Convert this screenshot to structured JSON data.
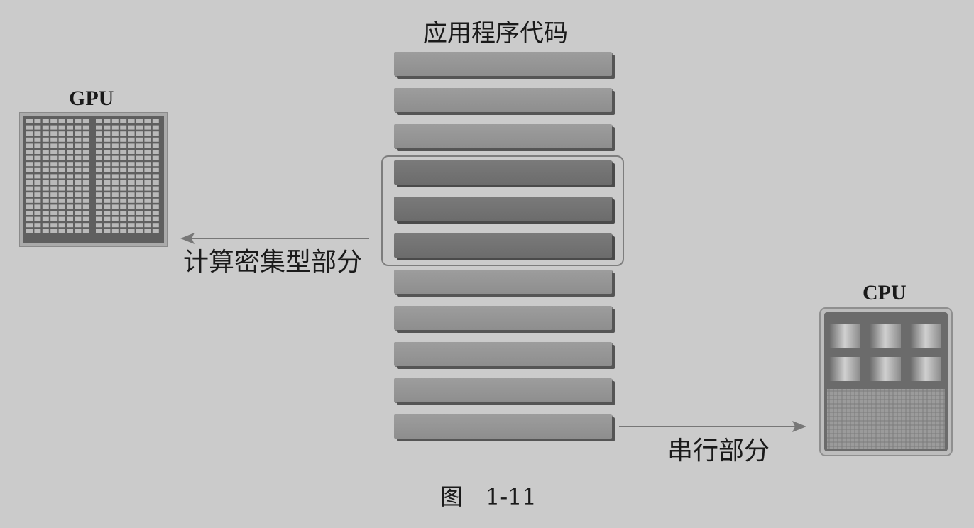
{
  "diagram": {
    "code_title": "应用程序代码",
    "gpu_title": "GPU",
    "cpu_title": "CPU",
    "compute_label": "计算密集型部分",
    "serial_label": "串行部分",
    "caption": "图　1-11"
  },
  "code_blocks": [
    {
      "kind": "serial"
    },
    {
      "kind": "serial"
    },
    {
      "kind": "serial"
    },
    {
      "kind": "compute"
    },
    {
      "kind": "compute"
    },
    {
      "kind": "compute"
    },
    {
      "kind": "serial"
    },
    {
      "kind": "serial"
    },
    {
      "kind": "serial"
    },
    {
      "kind": "serial"
    },
    {
      "kind": "serial"
    }
  ],
  "icons": {
    "gpu": "gpu-chip-icon",
    "cpu": "cpu-chip-icon",
    "left_arrow": "arrow-left-icon",
    "right_arrow": "arrow-right-icon"
  },
  "colors": {
    "background": "#cbcbcb",
    "serial_block": "#959595",
    "compute_block": "#737373",
    "text": "#1a1a1a"
  }
}
